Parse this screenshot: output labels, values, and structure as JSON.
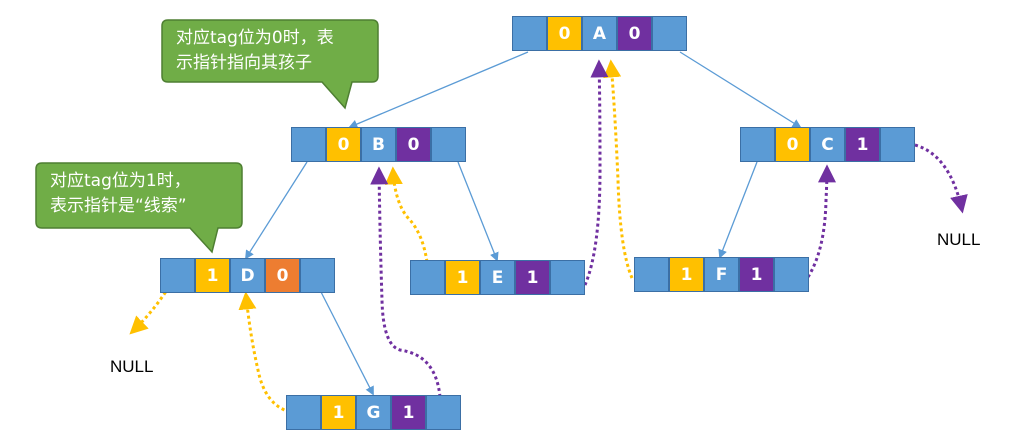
{
  "callouts": {
    "tag0": "对应tag位为0时，表\n示指针指向其孩子",
    "tag1": "对应tag位为1时，\n表示指针是“线索”"
  },
  "null_label": "NULL",
  "colors": {
    "pointer_cell": "#5b9bd5",
    "tag_cell": "#ffc000",
    "right_tag_cell": "#7030a0",
    "right_tag_cell_alt": "#ed7d31",
    "callout_fill": "#70ad47",
    "child_edge": "#5b9bd5",
    "left_thread": "#ffc000",
    "right_thread": "#7030a0"
  },
  "nodes": {
    "A": {
      "ltag": "0",
      "data": "A",
      "rtag": "0"
    },
    "B": {
      "ltag": "0",
      "data": "B",
      "rtag": "0"
    },
    "C": {
      "ltag": "0",
      "data": "C",
      "rtag": "1"
    },
    "D": {
      "ltag": "1",
      "data": "D",
      "rtag": "0"
    },
    "E": {
      "ltag": "1",
      "data": "E",
      "rtag": "1"
    },
    "F": {
      "ltag": "1",
      "data": "F",
      "rtag": "1"
    },
    "G": {
      "ltag": "1",
      "data": "G",
      "rtag": "1"
    }
  }
}
